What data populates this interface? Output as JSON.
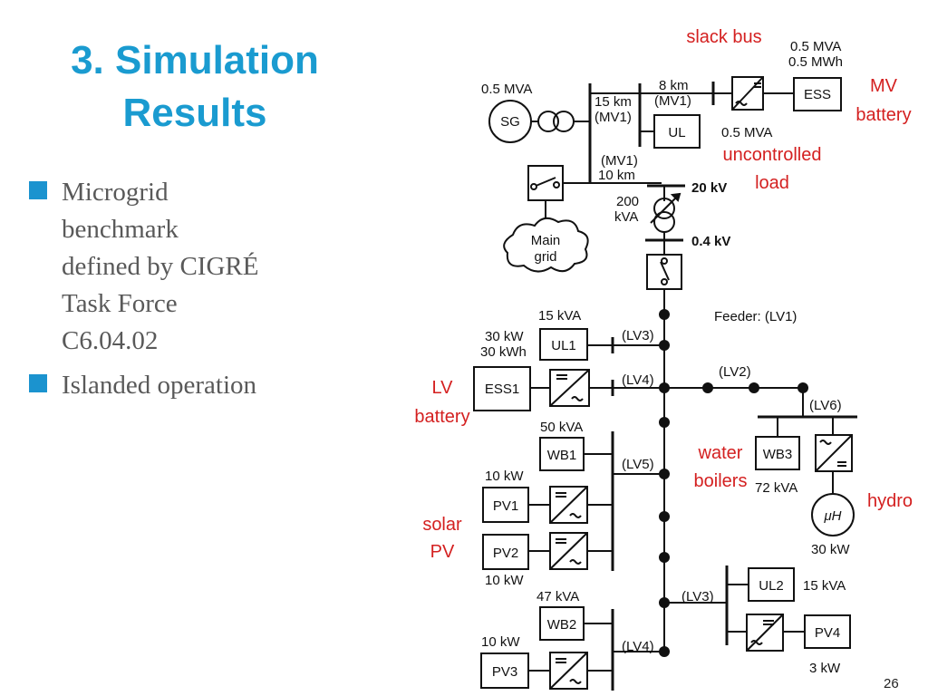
{
  "title": {
    "line1": "3. Simulation",
    "line2": "Results"
  },
  "bullets": [
    {
      "lines": [
        "Microgrid",
        "benchmark",
        "defined by CIGRÉ",
        "Task Force",
        "C6.04.02"
      ]
    },
    {
      "lines": [
        "Islanded operation"
      ]
    }
  ],
  "page_number": "26",
  "colors": {
    "title": "#1a9bd0",
    "bullet": "#1b93cf",
    "annotation": "#d42020"
  },
  "diagram": {
    "sg": {
      "label": "SG",
      "rating": "0.5 MVA"
    },
    "line_15km": {
      "length": "15 km",
      "type": "(MV1)"
    },
    "line_8km": {
      "length": "8 km",
      "type": "(MV1)"
    },
    "line_10km": {
      "type": "(MV1)",
      "length": "10 km"
    },
    "ul": {
      "label": "UL",
      "rating": "0.5 MVA"
    },
    "ess": {
      "label": "ESS",
      "rating1": "0.5 MVA",
      "rating2": "0.5 MWh"
    },
    "main_grid": {
      "line1": "Main",
      "line2": "grid"
    },
    "transformer": {
      "rating1": "200",
      "rating2": "kVA",
      "hv": "20 kV",
      "lv": "0.4 kV"
    },
    "feeder_label": "Feeder: (LV1)",
    "ul1": {
      "label": "UL1",
      "rating": "15 kVA",
      "line": "(LV3)"
    },
    "ess1": {
      "label": "ESS1",
      "rating1": "30 kW",
      "rating2": "30 kWh",
      "line": "(LV4)"
    },
    "lv2_label": "(LV2)",
    "lv6_label": "(LV6)",
    "wb1": {
      "label": "WB1",
      "rating": "50 kVA"
    },
    "lv5_label": "(LV5)",
    "pv1": {
      "label": "PV1",
      "rating": "10 kW"
    },
    "pv2": {
      "label": "PV2",
      "rating": "10 kW"
    },
    "wb3": {
      "label": "WB3",
      "rating": "72 kVA"
    },
    "hydro": {
      "label": "μH",
      "rating": "30 kW"
    },
    "ul2": {
      "label": "UL2",
      "rating": "15 kVA"
    },
    "lv3b_label": "(LV3)",
    "pv4": {
      "label": "PV4",
      "rating": "3 kW"
    },
    "wb2": {
      "label": "WB2",
      "rating": "47 kVA"
    },
    "lv4b_label": "(LV4)",
    "pv3": {
      "label": "PV3",
      "rating": "10 kW"
    },
    "annotations": {
      "slack_bus": "slack bus",
      "mv_battery": [
        "MV",
        "battery"
      ],
      "uncontrolled_load": [
        "uncontrolled",
        "load"
      ],
      "lv_battery": [
        "LV",
        "battery"
      ],
      "water_boilers": [
        "water",
        "boilers"
      ],
      "hydro": "hydro",
      "solar_pv": [
        "solar",
        "PV"
      ]
    }
  }
}
